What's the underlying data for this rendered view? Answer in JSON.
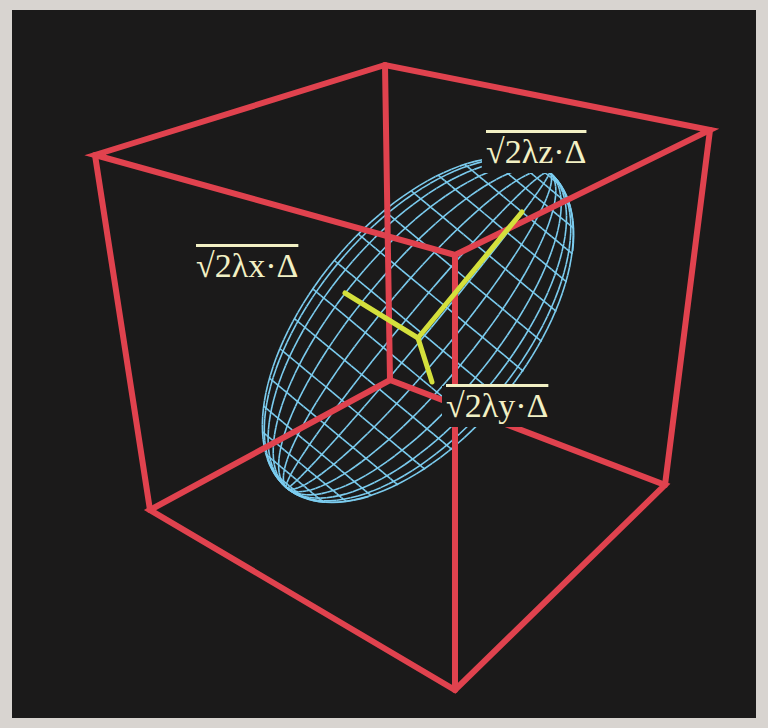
{
  "diagram": {
    "labels": [
      "√2λz·Δ",
      "√2λx·Δ",
      "√2λy·Δ"
    ]
  }
}
